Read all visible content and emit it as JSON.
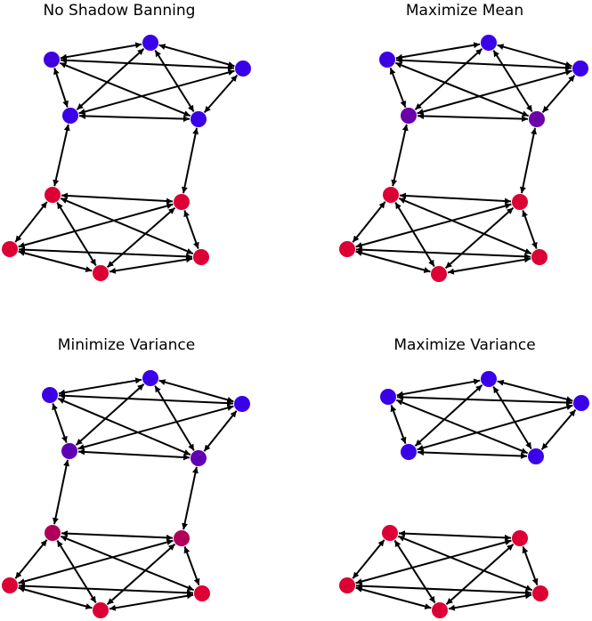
{
  "panels": [
    {
      "title": "No Shadow Banning",
      "node_colors": [
        "#4000e0",
        "#3a00e8",
        "#3a00e8",
        "#3a00e8",
        "#3a00e8",
        "#dc0035",
        "#dc0035",
        "#dc0035",
        "#dc0035",
        "#dc0035"
      ],
      "edges": [
        [
          0,
          1
        ],
        [
          0,
          2
        ],
        [
          0,
          3
        ],
        [
          0,
          4
        ],
        [
          1,
          2
        ],
        [
          1,
          3
        ],
        [
          1,
          4
        ],
        [
          2,
          3
        ],
        [
          2,
          4
        ],
        [
          3,
          4
        ],
        [
          3,
          5
        ],
        [
          4,
          6
        ],
        [
          5,
          6
        ],
        [
          5,
          7
        ],
        [
          5,
          8
        ],
        [
          5,
          9
        ],
        [
          6,
          7
        ],
        [
          6,
          8
        ],
        [
          6,
          9
        ],
        [
          7,
          8
        ],
        [
          7,
          9
        ],
        [
          8,
          9
        ]
      ],
      "bridges_present": true
    },
    {
      "title": "Maximize Mean",
      "node_colors": [
        "#3c00e4",
        "#3a00e8",
        "#3a00e8",
        "#6a00a8",
        "#6a00a8",
        "#dc0035",
        "#dc0035",
        "#dc0035",
        "#dc0035",
        "#dc0035"
      ],
      "edges": [
        [
          0,
          1
        ],
        [
          0,
          2
        ],
        [
          0,
          3
        ],
        [
          0,
          4
        ],
        [
          1,
          2
        ],
        [
          1,
          3
        ],
        [
          1,
          4
        ],
        [
          2,
          3
        ],
        [
          2,
          4
        ],
        [
          3,
          4
        ],
        [
          3,
          5
        ],
        [
          4,
          6
        ],
        [
          5,
          6
        ],
        [
          5,
          7
        ],
        [
          5,
          8
        ],
        [
          5,
          9
        ],
        [
          6,
          7
        ],
        [
          6,
          8
        ],
        [
          6,
          9
        ],
        [
          7,
          8
        ],
        [
          7,
          9
        ],
        [
          8,
          9
        ]
      ],
      "bridges_present": true
    },
    {
      "title": "Minimize Variance",
      "node_colors": [
        "#3c00e4",
        "#3a00e8",
        "#3a00e8",
        "#6000b4",
        "#6000b4",
        "#b0005a",
        "#b0005a",
        "#dc0035",
        "#dc0035",
        "#dc0035"
      ],
      "edges": [
        [
          0,
          1
        ],
        [
          0,
          2
        ],
        [
          0,
          3
        ],
        [
          0,
          4
        ],
        [
          1,
          2
        ],
        [
          1,
          3
        ],
        [
          1,
          4
        ],
        [
          2,
          3
        ],
        [
          2,
          4
        ],
        [
          3,
          4
        ],
        [
          3,
          5
        ],
        [
          4,
          6
        ],
        [
          5,
          6
        ],
        [
          5,
          7
        ],
        [
          5,
          8
        ],
        [
          5,
          9
        ],
        [
          6,
          7
        ],
        [
          6,
          8
        ],
        [
          6,
          9
        ],
        [
          7,
          8
        ],
        [
          7,
          9
        ],
        [
          8,
          9
        ]
      ],
      "bridges_present": true
    },
    {
      "title": "Maximize Variance",
      "node_colors": [
        "#3a00e8",
        "#3a00e8",
        "#3a00e8",
        "#3a00e8",
        "#3a00e8",
        "#dc0035",
        "#dc0035",
        "#dc0035",
        "#dc0035",
        "#dc0035"
      ],
      "edges": [
        [
          0,
          1
        ],
        [
          0,
          2
        ],
        [
          0,
          3
        ],
        [
          0,
          4
        ],
        [
          1,
          2
        ],
        [
          1,
          3
        ],
        [
          1,
          4
        ],
        [
          2,
          3
        ],
        [
          2,
          4
        ],
        [
          3,
          4
        ],
        [
          5,
          6
        ],
        [
          5,
          7
        ],
        [
          5,
          8
        ],
        [
          5,
          9
        ],
        [
          6,
          7
        ],
        [
          6,
          8
        ],
        [
          6,
          9
        ],
        [
          7,
          8
        ],
        [
          7,
          9
        ],
        [
          8,
          9
        ]
      ],
      "bridges_present": false
    }
  ]
}
